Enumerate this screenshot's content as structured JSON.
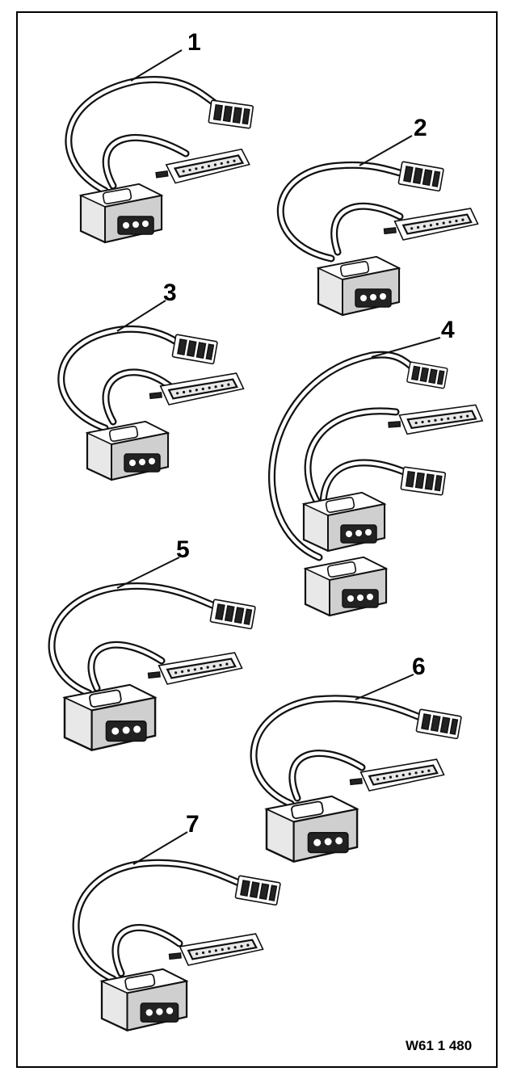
{
  "callouts": [
    "1",
    "2",
    "3",
    "4",
    "5",
    "6",
    "7"
  ],
  "figure_reference": "W61 1 480"
}
